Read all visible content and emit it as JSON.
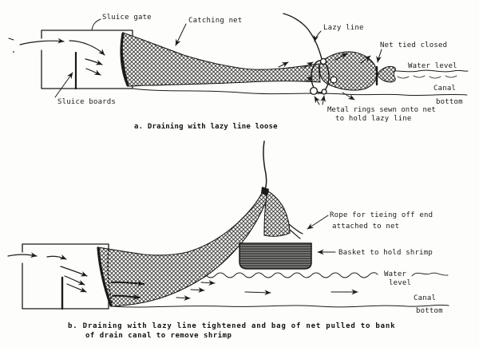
{
  "figure": {
    "paper_color": "#fdfdfb",
    "ink_color": "#1b1b1b"
  },
  "diagram_a": {
    "caption": "a. Draining with lazy line loose",
    "labels": {
      "sluice_gate": "Sluice gate",
      "catching_net": "Catching net",
      "lazy_line": "Lazy line",
      "net_tied_closed": "Net tied closed",
      "water_level": "Water level",
      "canal": "Canal",
      "bottom": "bottom",
      "sluice_boards": "Sluice boards",
      "metal_rings_line1": "Metal rings sewn onto net",
      "metal_rings_line2": "to hold lazy line"
    }
  },
  "diagram_b": {
    "caption_line1": "b. Draining with lazy line tightened and bag of net pulled to bank",
    "caption_line2": "of drain canal to remove shrimp",
    "labels": {
      "rope_line1": "Rope for tieing off end",
      "rope_line2": "attached to net",
      "basket": "Basket to hold shrimp",
      "water": "Water",
      "level": "level",
      "canal": "Canal",
      "bottom": "bottom"
    }
  }
}
